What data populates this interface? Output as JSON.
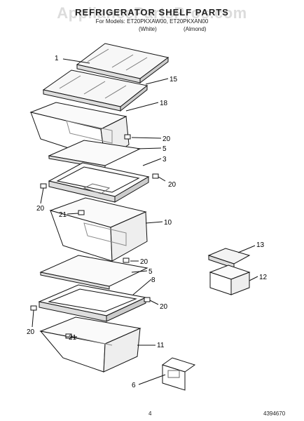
{
  "header": {
    "watermark": "AppliancePartsPros.com",
    "title": "REFRIGERATOR SHELF PARTS",
    "models": "For Models: ET20PKXAW00, ET20PKXAN00",
    "variant_white": "(White)",
    "variant_almond": "(Almond)"
  },
  "callouts": {
    "c1": "1",
    "c15": "15",
    "c18": "18",
    "c20a": "20",
    "c5a": "5",
    "c3": "3",
    "c20b": "20",
    "c20c": "20",
    "c21a": "21",
    "c10": "10",
    "c20d": "20",
    "c5b": "5",
    "c8": "8",
    "c20e": "20",
    "c20f": "20",
    "c21b": "21",
    "c11": "11",
    "c6": "6",
    "c13": "13",
    "c12": "12"
  },
  "footer": {
    "page": "4",
    "doc_number": "4394670"
  }
}
